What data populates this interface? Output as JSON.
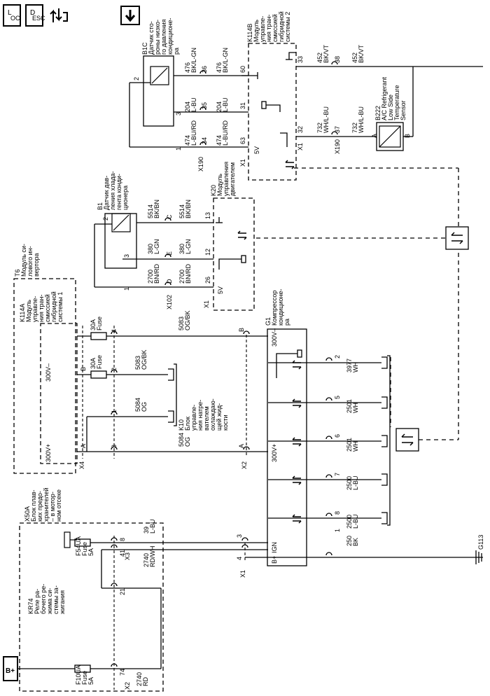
{
  "toolbar": {
    "loc_main": "L",
    "loc_sub": "OC",
    "desc_main": "D",
    "desc_sub": "ESC",
    "arrow_down": "⬇"
  },
  "battery_label": "B+",
  "modules": {
    "x50a": [
      "X50A",
      "Блок плав-",
      "ких предо-",
      "хранителей",
      "– в мотор-",
      "ном отсеке"
    ],
    "kr74": [
      "KR74",
      "Реле ра-",
      "бочего ре-",
      "жима си-",
      "стемы за-",
      "жигания"
    ],
    "f54ua": [
      "F54UA",
      "Fuse",
      "5A"
    ],
    "f10ua": [
      "F10UA",
      "Fuse",
      "5A"
    ],
    "t6": [
      "T6",
      "Модуль си-",
      "лового ин-",
      "вертора"
    ],
    "k114a": [
      "K114A",
      "Модуль",
      "управле-",
      "ния тран-",
      "смиссией",
      "гибридной",
      "системы 1"
    ],
    "fuse30a": [
      "30A",
      "Fuse"
    ],
    "k10": [
      "K10",
      "Блок",
      "управле-",
      "ния натре-",
      "вателем",
      "охлаждаю-",
      "щей жид-",
      "кости"
    ],
    "g1": [
      "G1",
      "Компрессор",
      "кондиционе-",
      "ра"
    ],
    "b1": [
      "B1",
      "Датчик дав-",
      "ления хлада-",
      "гента конди-",
      "ционера"
    ],
    "k20": [
      "K20",
      "Модуль",
      "управления",
      "двигателем"
    ],
    "b1c": [
      "B1C",
      "Датчик сто-",
      "роны низко-",
      "го давления",
      "кондиционе-",
      "ра"
    ],
    "k114b": [
      "K114B",
      "Модуль",
      "управле-",
      "ния тран-",
      "смиссией",
      "гибридной",
      "системы 2"
    ],
    "b222": [
      "B222",
      "A/C Refrigerant",
      "Low Side",
      "Temperature",
      "Sensor"
    ]
  },
  "wires": {
    "w2740rd": [
      "2740",
      "RD"
    ],
    "w2740rdwh": [
      "2740",
      "RD/WH"
    ],
    "w39": [
      "39",
      "L-BU"
    ],
    "w250": [
      "250",
      "BK"
    ],
    "w2500a": [
      "2500",
      "L-BU"
    ],
    "w2500b": [
      "2500",
      "L-BU"
    ],
    "w2501a": [
      "2501",
      "WH"
    ],
    "w2501b": [
      "2501",
      "WH"
    ],
    "w3977": [
      "3977",
      "WH"
    ],
    "w5084a": [
      "5084",
      "OG"
    ],
    "w5084b": [
      "5084",
      "OG"
    ],
    "w5083a": [
      "5083",
      "OG/BK"
    ],
    "w5083b": [
      "5083",
      "OG/BK"
    ],
    "w2700a": [
      "2700",
      "BN/RD"
    ],
    "w2700b": [
      "2700",
      "BN/RD"
    ],
    "w380a": [
      "380",
      "L-GN"
    ],
    "w380b": [
      "380",
      "L-GN"
    ],
    "w5514a": [
      "5514",
      "BK/BN"
    ],
    "w5514b": [
      "5514",
      "BK/BN"
    ],
    "w474a": [
      "474",
      "L-BU/RD"
    ],
    "w474b": [
      "474",
      "L-BU/RD"
    ],
    "w204a": [
      "204",
      "L-BU"
    ],
    "w204b": [
      "204",
      "L-BU"
    ],
    "w476a": [
      "476",
      "BK/L-GN"
    ],
    "w476b": [
      "476",
      "BK/L-GN"
    ],
    "w732a": [
      "732",
      "WH/L-BU"
    ],
    "w732b": [
      "732",
      "WH/L-BU"
    ],
    "w452a": [
      "452",
      "BK/VT"
    ],
    "w452b": [
      "452",
      "BK/VT"
    ]
  },
  "connectors": {
    "x1_g1": "X1",
    "x2_g1": "X2",
    "x3": "X3",
    "x2_fb": "X2",
    "x4": "X4",
    "x102": "X102",
    "x1_k20": "X1",
    "x190a": "X190",
    "x1_k114b": "X1",
    "x190b": "X190"
  },
  "pins": {
    "p74": "74",
    "p21": "21",
    "p41": "41",
    "p8": "8",
    "g1_4": "4",
    "g1_3": "3",
    "g1_1": "1",
    "g1_8": "8",
    "g1_7": "7",
    "g1_6": "6",
    "g1_5": "5",
    "g1_2": "2",
    "g1_a": "A",
    "g1_b": "B",
    "x4_a": "A",
    "x4_b": "B",
    "k10_3": "3",
    "k10_1": "1",
    "k10_2": "2",
    "k10_4": "4",
    "b1_2": "2",
    "b1_3": "3",
    "b1_1": "1",
    "x102_c": "C",
    "x102_e": "E",
    "x102_d": "D",
    "k20_13": "13",
    "k20_12": "12",
    "k20_26": "26",
    "b1c_2": "2",
    "b1c_3": "3",
    "b1c_1": "1",
    "x190_36": "36",
    "x190_35": "35",
    "x190_34": "34",
    "kb_60": "60",
    "kb_31": "31",
    "kb_63": "63",
    "kb_33": "33",
    "kb_32": "32",
    "x190_38": "38",
    "x190_37": "37",
    "b222_a": "A",
    "b222_b": "B"
  },
  "labels": {
    "ign": "IGN",
    "bplus": "B+",
    "v300minus": "300V–",
    "v300plus": "300V+",
    "t6_300minus": "300V–",
    "t6_300plus": "300V+",
    "v5_k20": "5V",
    "v5_kb": "5V",
    "g113": "G113"
  }
}
